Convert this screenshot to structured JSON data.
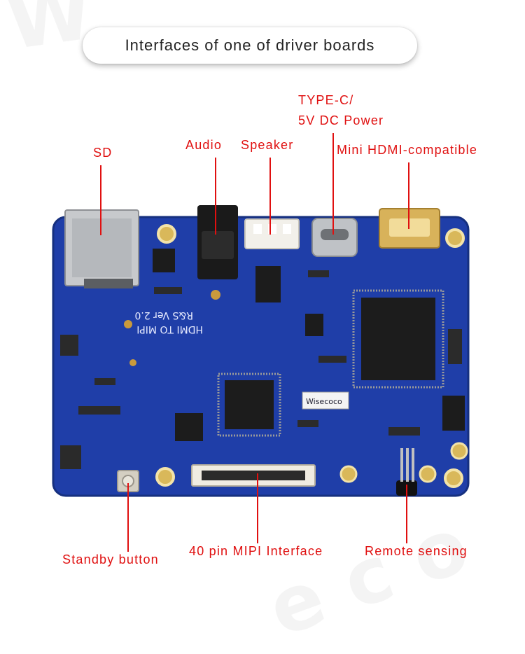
{
  "title": "Interfaces of one of driver boards",
  "labels": {
    "sd": "SD",
    "audio": "Audio",
    "speaker": "Speaker",
    "typec_line1": "TYPE-C/",
    "typec_line2": "5V DC Power",
    "mini_hdmi": "Mini HDMI-compatible",
    "standby": "Standby button",
    "mipi": "40 pin MIPI Interface",
    "remote": "Remote sensing"
  },
  "board_text": {
    "model": "HDMI TO MIPI",
    "version": "R&S Ver 2.0",
    "brand": "Wisecoco"
  },
  "colors": {
    "label": "#e01010",
    "board": "#1f3ea8"
  }
}
